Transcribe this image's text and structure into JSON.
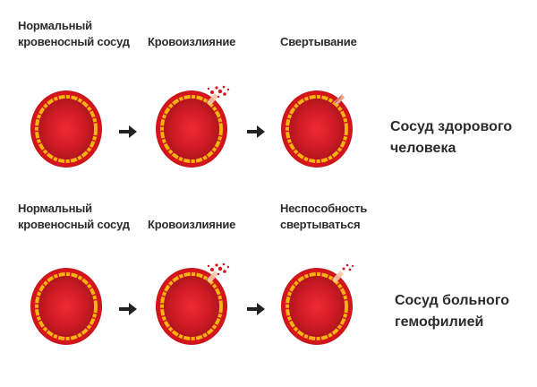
{
  "colors": {
    "outer": "#d4161c",
    "ring": "#f6b40e",
    "inner_center": "#e3232d",
    "inner_edge": "#a8141c",
    "arrow": "#222222",
    "text": "#2b2b2b"
  },
  "rows": [
    {
      "stages": [
        {
          "line1": "Нормальный",
          "line2": "кровеносный сосуд"
        },
        {
          "line1": "Кровоизлияние",
          "line2": ""
        },
        {
          "line1": "Свертывание",
          "line2": ""
        }
      ],
      "caption": {
        "line1": "Сосуд здорового",
        "line2": "человека"
      }
    },
    {
      "stages": [
        {
          "line1": "Нормальный",
          "line2": "кровеносный сосуд"
        },
        {
          "line1": "Кровоизлияние",
          "line2": ""
        },
        {
          "line1": "Неспособность",
          "line2": "свертываться"
        }
      ],
      "caption": {
        "line1": "Сосуд больного",
        "line2": "гемофилией"
      }
    }
  ]
}
